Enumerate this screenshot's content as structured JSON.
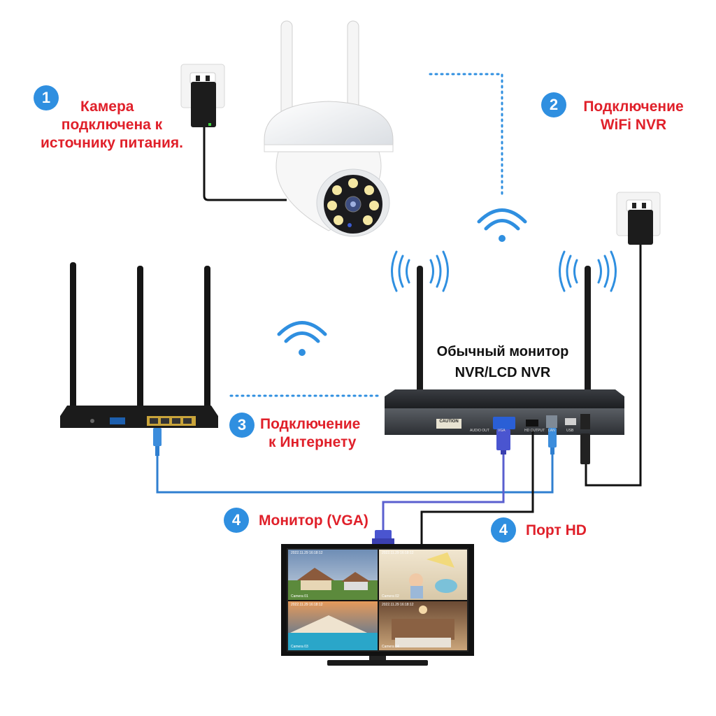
{
  "steps": [
    {
      "number": "1",
      "lines": [
        "Камера",
        "подключена к",
        "источнику питания."
      ]
    },
    {
      "number": "2",
      "lines": [
        "Подключение",
        "WiFi NVR"
      ]
    },
    {
      "number": "3",
      "lines": [
        "Подключение",
        "к Интернету"
      ]
    },
    {
      "number": "4",
      "label": "Монитор (VGA)"
    },
    {
      "number": "4",
      "label": "Порт HD"
    }
  ],
  "nvr_title": [
    "Обычный монитор",
    "NVR/LCD NVR"
  ],
  "device_markings": {
    "caution": "CAUTION",
    "ports": [
      "AUDIO OUT",
      "VGA",
      "HD OUTPUT",
      "LAN",
      "USB"
    ],
    "screen_timestamps": [
      "2022.11.29 16:18:12",
      "2022.11.29 16:18:12",
      "2022.11.29 16:18:12",
      "2022.11.29 16:18:12"
    ],
    "screen_captions": [
      "Camera 01",
      "Camera 02",
      "Camera 03",
      "Camera 04"
    ]
  },
  "colors": {
    "badge": "#2f8fe0",
    "label_red": "#e0202a",
    "ethernet_cable": "#2f7fd0",
    "vga_cable": "#5a5fcf",
    "power_cable": "#111111",
    "wifi": "#2f8fe0"
  }
}
